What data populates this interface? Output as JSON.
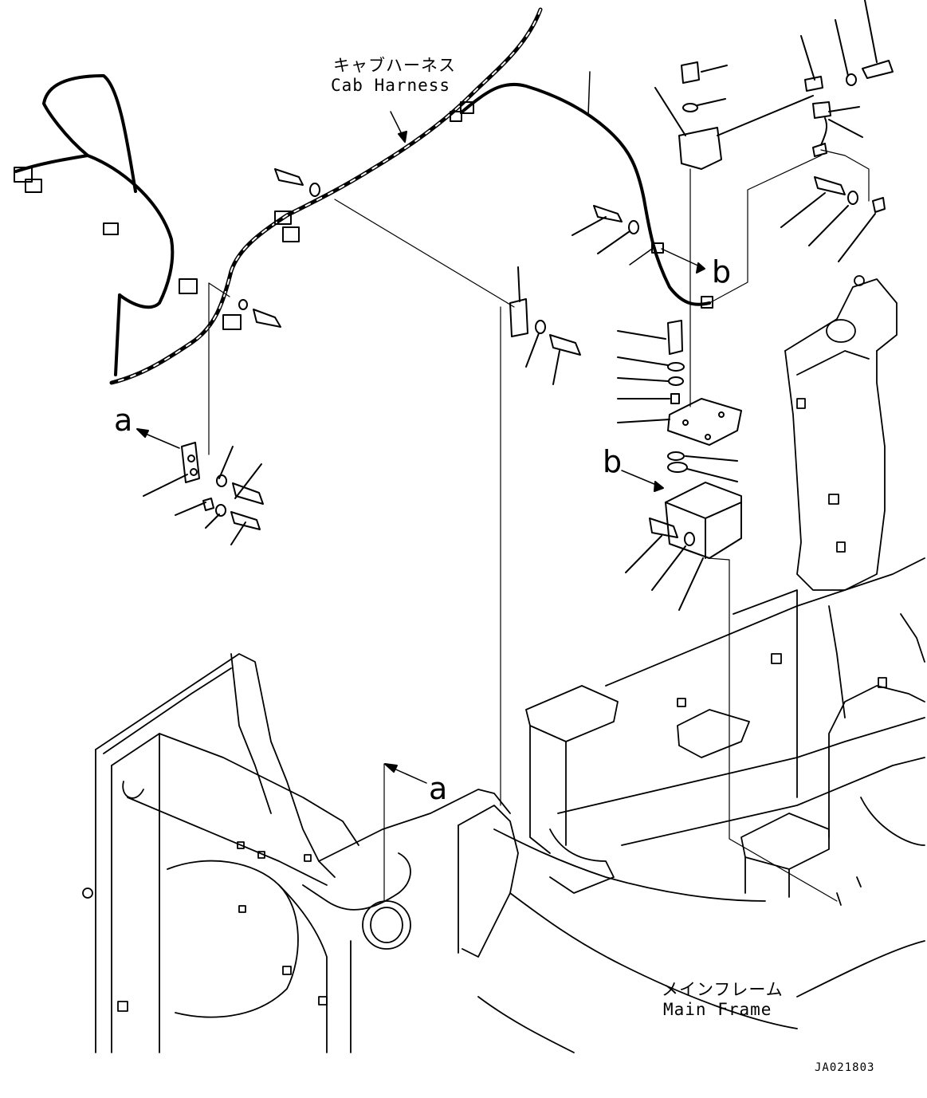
{
  "labels": {
    "cab_harness_jp": "キャブハーネス",
    "cab_harness_en": "Cab Harness",
    "main_frame_jp": "メインフレーム",
    "main_frame_en": "Main Frame",
    "ref_a_top": "a",
    "ref_a_bottom": "a",
    "ref_b_top": "b",
    "ref_b_mid": "b",
    "drawing_code": "JA021803"
  },
  "style": {
    "line_color": "#000000",
    "background": "#ffffff"
  }
}
